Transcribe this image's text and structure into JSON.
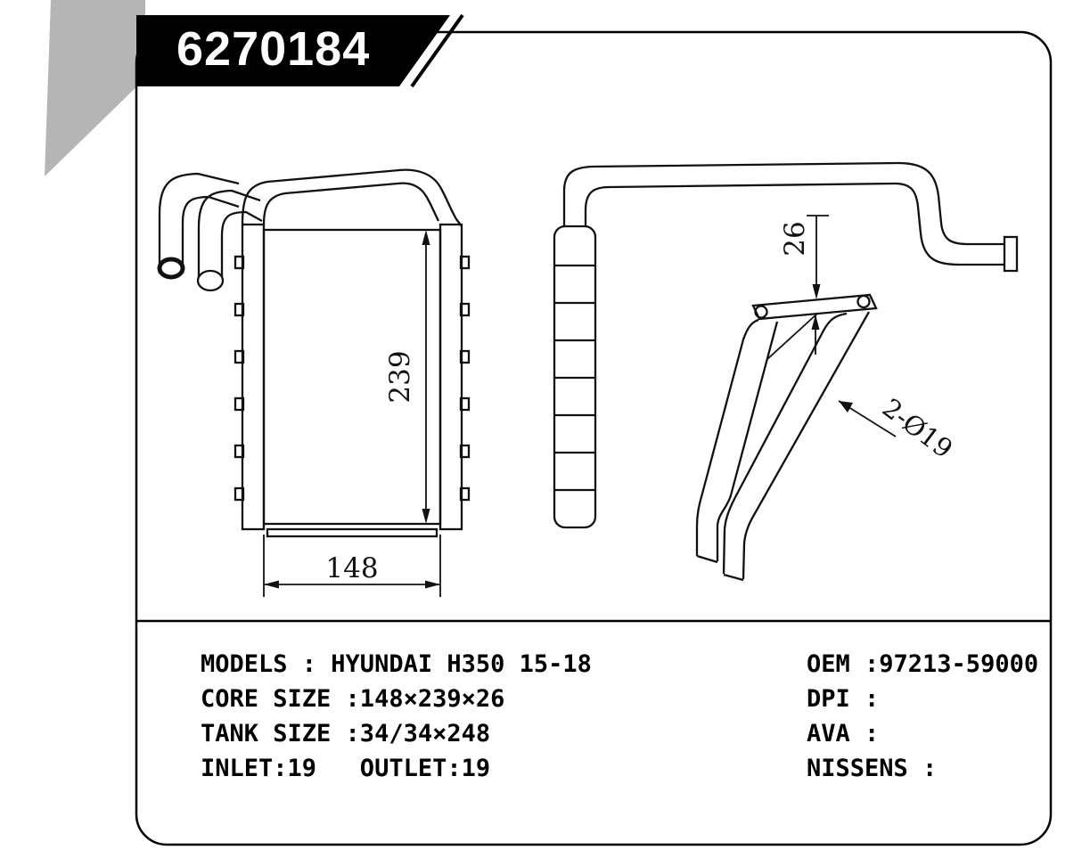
{
  "banner": {
    "part_number": "6270184"
  },
  "colors": {
    "banner_bg": "#000000",
    "corner_gray": "#b5b5b5",
    "line": "#111111"
  },
  "drawing": {
    "front_view": {
      "height_dim": "239",
      "width_dim": "148"
    },
    "side_view": {
      "thickness_dim": "26",
      "pipe_label": "2-Ø19"
    }
  },
  "specs": {
    "left_lines": [
      "MODELS : HYUNDAI H350 15-18",
      "CORE SIZE :148×239×26",
      "TANK SIZE :34/34×248",
      "INLET:19   OUTLET:19"
    ],
    "right_lines": [
      "OEM :97213-59000",
      "DPI :",
      "AVA :",
      "NISSENS :"
    ]
  }
}
